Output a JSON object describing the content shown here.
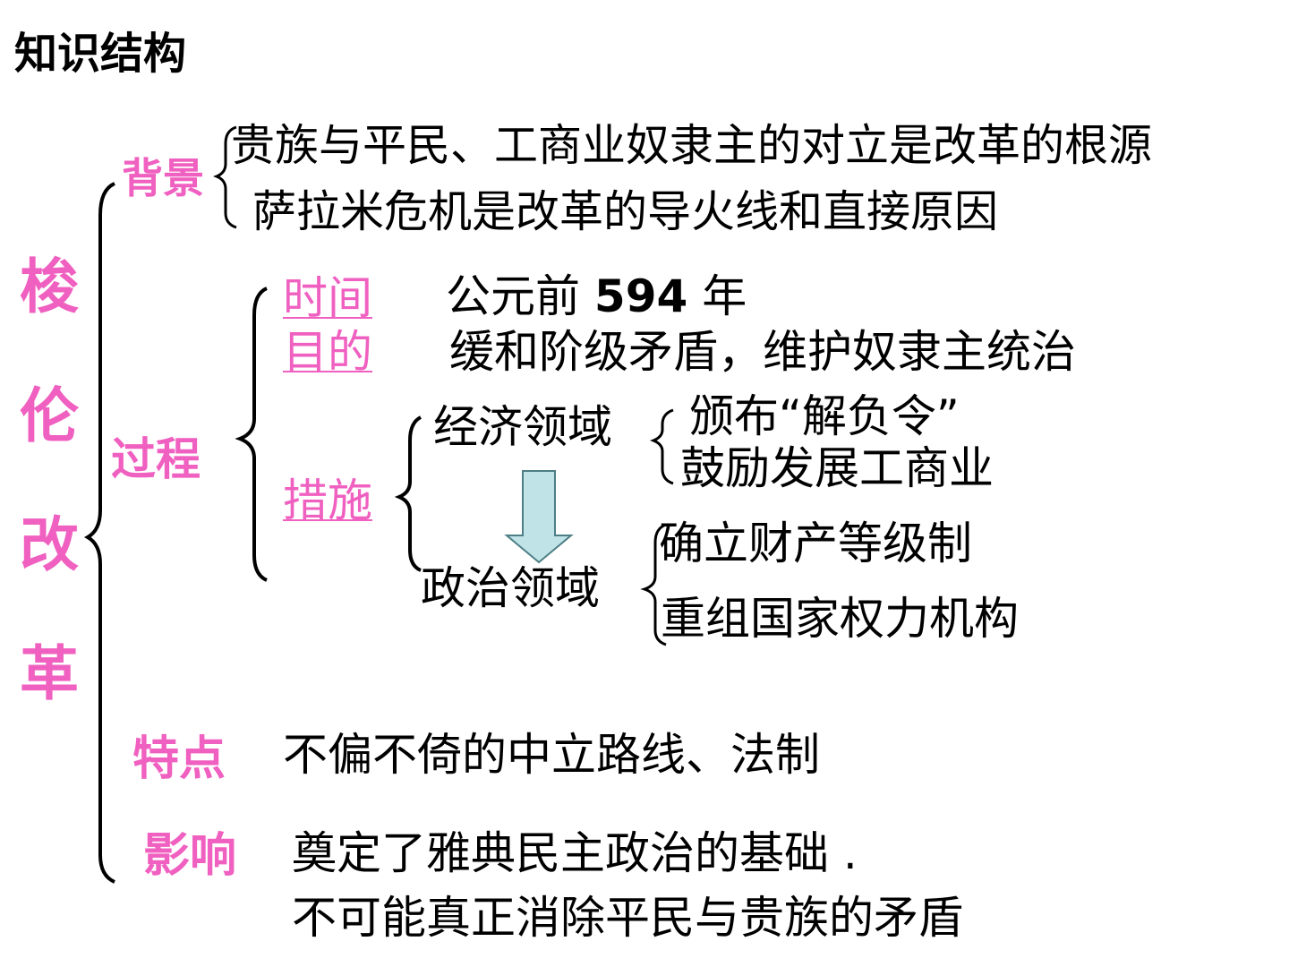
{
  "title": "知识结构",
  "topic": [
    "梭",
    "伦",
    "改",
    "革"
  ],
  "background": {
    "label": "背景",
    "items": [
      "贵族与平民、工商业奴隶主的对立是改革的根源",
      "萨拉米危机是改革的导火线和直接原因"
    ]
  },
  "process": {
    "label": "过程",
    "time_label": "时间",
    "time_prefix": "公元前",
    "time_year": "594",
    "time_suffix": "年",
    "purpose_label": "目的",
    "purpose_text": "缓和阶级矛盾，维护奴隶主统治",
    "measures_label": "措施",
    "economic": {
      "label": "经济领域",
      "items": [
        "颁布“解负令”",
        "鼓励发展工商业"
      ]
    },
    "political": {
      "label": "政治领域",
      "items": [
        "确立财产等级制",
        "重组国家权力机构"
      ]
    }
  },
  "features": {
    "label": "特点",
    "text": "不偏不倚的中立路线、法制"
  },
  "influence": {
    "label": "影响",
    "items": [
      "奠定了雅典民主政治的基础 .",
      "不可能真正消除平民与贵族的矛盾"
    ]
  },
  "colors": {
    "accent": "#f060c0",
    "arrow_fill": "#bfe3e6",
    "arrow_stroke": "#4d7f85"
  }
}
